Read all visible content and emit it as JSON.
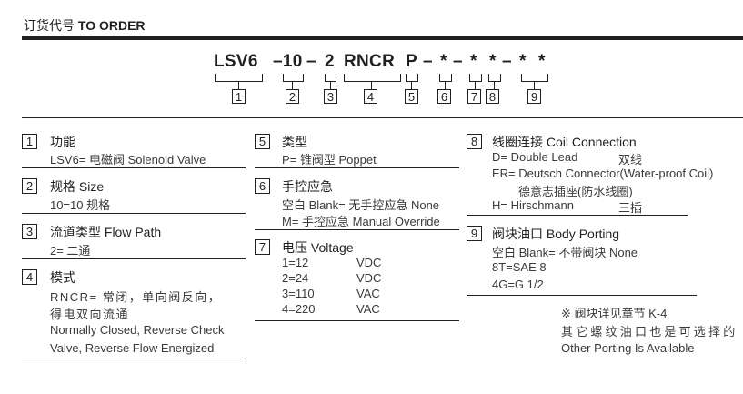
{
  "header": {
    "title_cn": "订货代号",
    "title_en": "TO ORDER"
  },
  "code": {
    "segments": [
      "LSV6",
      "–10",
      "–",
      "2",
      "RNCR",
      "P",
      "–",
      "*",
      "–",
      "*",
      "*",
      "–",
      "*",
      "*"
    ],
    "labels": [
      "1",
      "2",
      "3",
      "4",
      "5",
      "6",
      "7",
      "8",
      "9"
    ]
  },
  "sections": [
    {
      "num": "1",
      "heading": "功能",
      "lines": [
        "LSV6= 电磁阀 Solenoid Valve"
      ]
    },
    {
      "num": "2",
      "heading": "规格 Size",
      "lines": [
        "10=10 规格"
      ]
    },
    {
      "num": "3",
      "heading": "流道类型 Flow Path",
      "lines": [
        "2= 二通"
      ]
    },
    {
      "num": "4",
      "heading": "模式",
      "lines": [
        "RNCR= 常闭，单向阀反向，",
        "得电双向流通",
        "Normally Closed, Reverse Check",
        "Valve, Reverse Flow Energized"
      ]
    },
    {
      "num": "5",
      "heading": "类型",
      "lines": [
        "P= 锥阀型 Poppet"
      ]
    },
    {
      "num": "6",
      "heading": "手控应急",
      "lines": [
        "空白 Blank= 无手控应急 None",
        "M= 手控应急 Manual Override"
      ]
    },
    {
      "num": "7",
      "heading": "电压 Voltage",
      "voltages": [
        {
          "code": "1=12",
          "type": "VDC"
        },
        {
          "code": "2=24",
          "type": "VDC"
        },
        {
          "code": "3=110",
          "type": "VAC"
        },
        {
          "code": "4=220",
          "type": "VAC"
        }
      ]
    },
    {
      "num": "8",
      "heading": "线圈连接 Coil Connection",
      "lines": [
        "D= Double Lead",
        "双线",
        "ER= Deutsch Connector(Water-proof Coil)",
        "德意志插座(防水线圈)",
        "H= Hirschmann",
        "三插"
      ]
    },
    {
      "num": "9",
      "heading": "阀块油口 Body Porting",
      "lines": [
        "空白 Blank= 不带阀块 None",
        "8T=SAE 8",
        "4G=G 1/2"
      ]
    }
  ],
  "notes": [
    "※ 阀块详见章节 K-4",
    "其它螺纹油口也是可选择的",
    "Other Porting Is Available"
  ]
}
